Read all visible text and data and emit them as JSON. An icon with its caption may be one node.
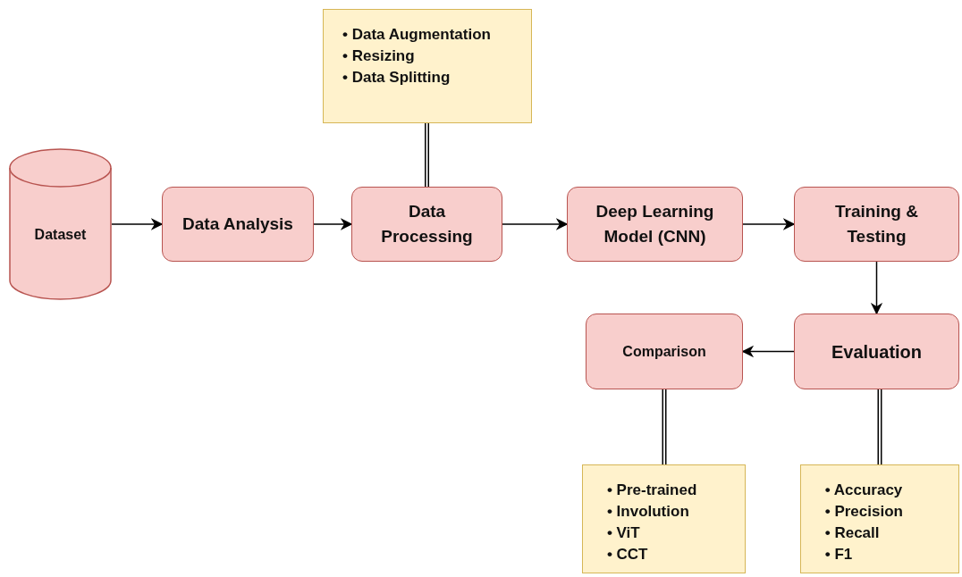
{
  "diagram": {
    "nodes": [
      {
        "text": [
          "• Data Augmentation",
          "• Resizing",
          "• Data Splitting"
        ]
      },
      {
        "text": [
          "Dataset"
        ]
      },
      {
        "text": [
          "Data Analysis"
        ]
      },
      {
        "text": [
          "Data Processing"
        ]
      },
      {
        "text": [
          "Deep Learning Model (CNN)"
        ]
      },
      {
        "text": [
          "Training & Testing"
        ]
      },
      {
        "text": [
          "Comparison"
        ]
      },
      {
        "text": [
          "Evaluation"
        ]
      },
      {
        "text": [
          "• Pre-trained",
          "• Involution",
          "• ViT",
          "• CCT"
        ]
      },
      {
        "text": [
          "• Accuracy",
          "• Precision",
          "• Recall",
          "• F1"
        ]
      }
    ],
    "edges": [
      {
        "from": 1,
        "to": 2,
        "arrow": "to"
      },
      {
        "from": 2,
        "to": 3,
        "arrow": "to"
      },
      {
        "from": 3,
        "to": 4,
        "arrow": "to"
      },
      {
        "from": 4,
        "to": 5,
        "arrow": "to"
      },
      {
        "from": 5,
        "to": 7,
        "arrow": "to"
      },
      {
        "from": 7,
        "to": 6,
        "arrow": "to"
      },
      {
        "from": 3,
        "to": 0,
        "arrow": "none",
        "style": "thick"
      },
      {
        "from": 6,
        "to": 8,
        "arrow": "none",
        "style": "thick"
      },
      {
        "from": 7,
        "to": 9,
        "arrow": "none",
        "style": "thick"
      }
    ]
  }
}
